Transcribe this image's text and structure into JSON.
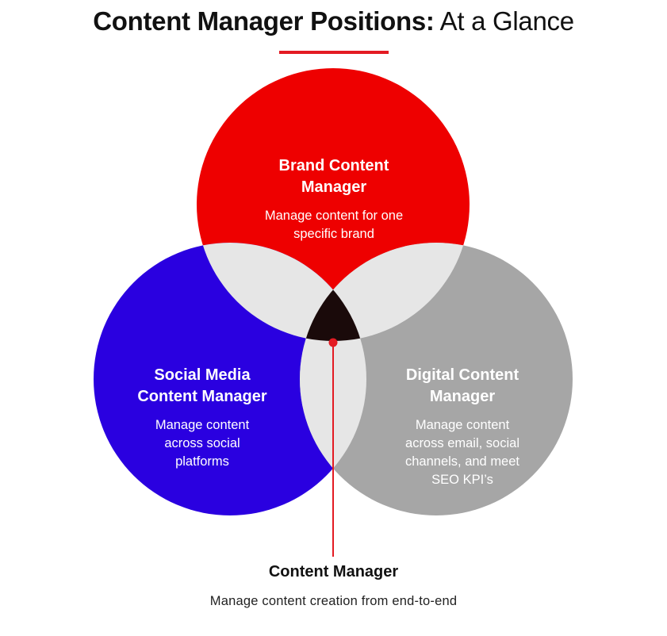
{
  "header": {
    "title_bold": "Content Manager Positions:",
    "title_light": "At a Glance"
  },
  "circles": {
    "brand": {
      "heading_line1": "Brand Content",
      "heading_line2": "Manager",
      "desc_line1": "Manage content for one",
      "desc_line2": "specific brand"
    },
    "social": {
      "heading_line1": "Social Media",
      "heading_line2": "Content Manager",
      "desc_line1": "Manage content",
      "desc_line2": "across social",
      "desc_line3": "platforms"
    },
    "digital": {
      "heading_line1": "Digital Content",
      "heading_line2": "Manager",
      "desc_line1": "Manage content",
      "desc_line2": "across email, social",
      "desc_line3": "channels, and meet",
      "desc_line4": "SEO KPI’s"
    }
  },
  "center": {
    "title": "Content Manager",
    "description": "Manage content creation from end-to-end"
  },
  "colors": {
    "brand": "#ee0000",
    "social": "#2a00e0",
    "digital": "#a6a6a6",
    "overlap": "#e6e6e6",
    "center": "#1a0a0a",
    "accent": "#e31b23",
    "text_dark": "#111111"
  }
}
